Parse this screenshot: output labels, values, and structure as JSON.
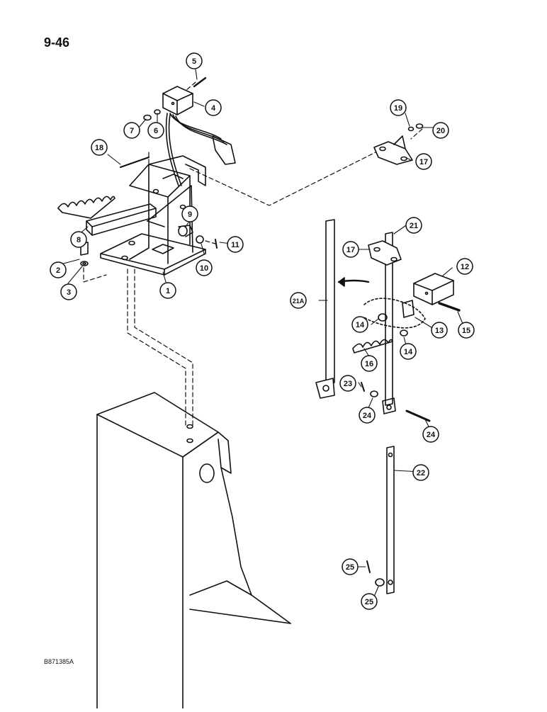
{
  "page": {
    "number": "9-46",
    "figure_code": "B871385A"
  },
  "callouts": [
    "1",
    "2",
    "3",
    "4",
    "5",
    "6",
    "7",
    "8",
    "9",
    "10",
    "11",
    "12",
    "13",
    "14",
    "14",
    "15",
    "16",
    "17",
    "17",
    "18",
    "19",
    "20",
    "21",
    "21A",
    "22",
    "23",
    "24",
    "24",
    "25",
    "25"
  ],
  "colors": {
    "line": "#111111",
    "background": "#ffffff"
  }
}
